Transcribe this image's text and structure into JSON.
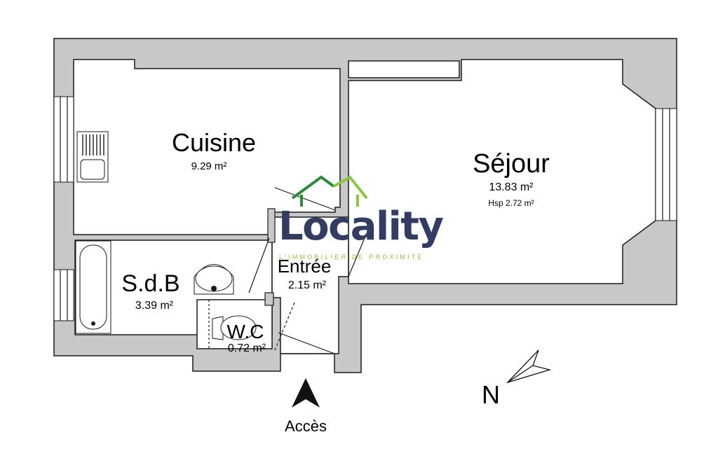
{
  "rooms": {
    "cuisine": {
      "name": "Cuisine",
      "area": "9.29 m²"
    },
    "sejour": {
      "name": "Séjour",
      "area": "13.83 m²",
      "hsp": "Hsp 2.72 m²"
    },
    "sdb": {
      "name": "S.d.B",
      "area": "3.39 m²"
    },
    "entree": {
      "name": "Entrée",
      "area": "2.15 m²"
    },
    "wc": {
      "name": "W.C",
      "area": "0.72 m²"
    }
  },
  "access_label": "Accès",
  "north_label": "N",
  "logo": {
    "name": "Locality",
    "tagline": "L'IMMOBILIER DE PROXIMITÉ"
  },
  "colors": {
    "wall": "#c8c8c9",
    "logo_text": "#333d63",
    "logo_green_dark": "#2e8b3a",
    "logo_green_light": "#8cc63f"
  }
}
